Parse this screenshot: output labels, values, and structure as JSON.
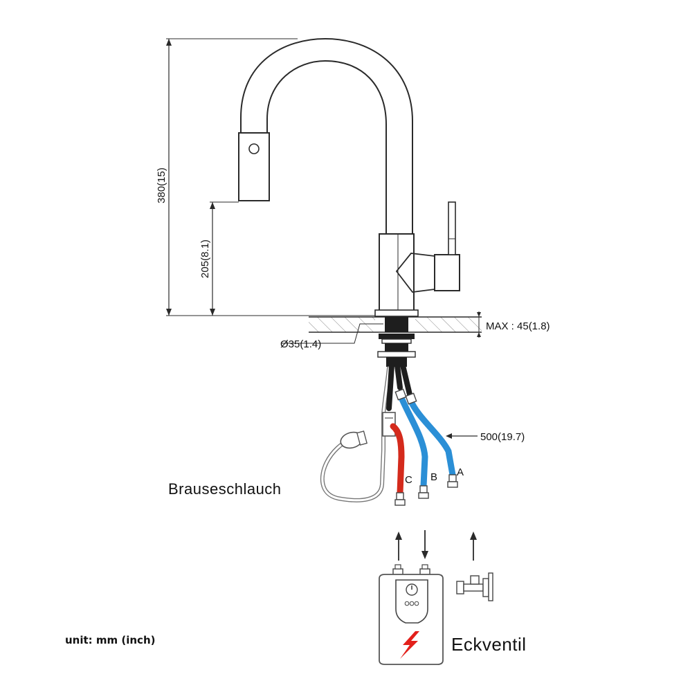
{
  "dimensions": {
    "height_total": "380(15)",
    "spout_height": "205(8.1)",
    "deck_max": "MAX : 45(1.8)",
    "hole_diameter": "Ø35(1.4)",
    "hose_length": "500(19.7)"
  },
  "hoses": {
    "a_label": "A",
    "b_label": "B",
    "c_label": "C"
  },
  "labels": {
    "shower_hose": "Brauseschlauch",
    "angle_valve": "Eckventil",
    "unit": "unit: mm (inch)"
  },
  "colors": {
    "hot": "#d42a1c",
    "cold": "#2b8fd6",
    "lightning": "#e3201b"
  },
  "icons": {
    "lightning": "lightning-icon",
    "angle_valve": "angle-valve-icon",
    "water_heater": "water-heater-icon"
  }
}
